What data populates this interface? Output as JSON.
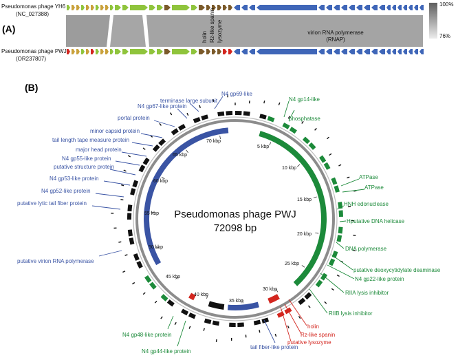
{
  "panel_a": {
    "label": "(A)",
    "genome_top": {
      "name": "Pseudomonas phage YH6",
      "accession": "(NC_027388)"
    },
    "genome_bottom": {
      "name": "Pseudomonas phage PWJ",
      "accession": "(OR237807)"
    },
    "annotations": [
      "holin",
      "Rz-like spanin",
      "lysozyme",
      "virion RNA polymerase",
      "(RNAP)"
    ],
    "scale": {
      "max": "100%",
      "min": "76%"
    }
  },
  "panel_b": {
    "label": "(B)",
    "center_title": "Pseudomonas phage PWJ",
    "center_subtitle": "72098 bp",
    "genome_length": 72098,
    "ticks": [
      "5 kbp",
      "10 kbp",
      "15 kbp",
      "20 kbp",
      "25 kbp",
      "30 kbp",
      "35 kbp",
      "40 kbp",
      "45 kbp",
      "50 kbp",
      "55 kbp",
      "60 kbp",
      "65 kbp",
      "70 kbp"
    ],
    "labels_blue": [
      "terminase large subunit",
      "N4 gp69-like",
      "N4 gp67-like protein",
      "portal protein",
      "minor capsid protein",
      "tail length tape measure protein",
      "major head protein",
      "N4 gp55-like protein",
      "putative structure protein",
      "N4 gp53-like protein",
      "N4 gp52-like protein",
      "putative lytic tail fiber protein",
      "putative virion RNA polymerase",
      "tail fiber-like protein"
    ],
    "labels_green": [
      "N4 gp14-like",
      "phosphatase",
      "ATPase",
      "ATPase",
      "HNH edonuclease",
      "Hputative DNA helicase",
      "DNA polymerase",
      "putative deoxycytidylate deaminase",
      "N4 gp22-like protein",
      "RIIA lysis inhibitor",
      "RIIB lysis inhibitor",
      "N4 gp48-like protein",
      "N4 gp44-like protein"
    ],
    "labels_red": [
      "holin",
      "Rz-like spanin",
      "putative lysozyme"
    ],
    "colors": {
      "structural": "#3a54a4",
      "replication": "#1c8a3a",
      "lysis": "#d3261f",
      "other": "#111111",
      "ring": "#8c8c8c"
    }
  }
}
